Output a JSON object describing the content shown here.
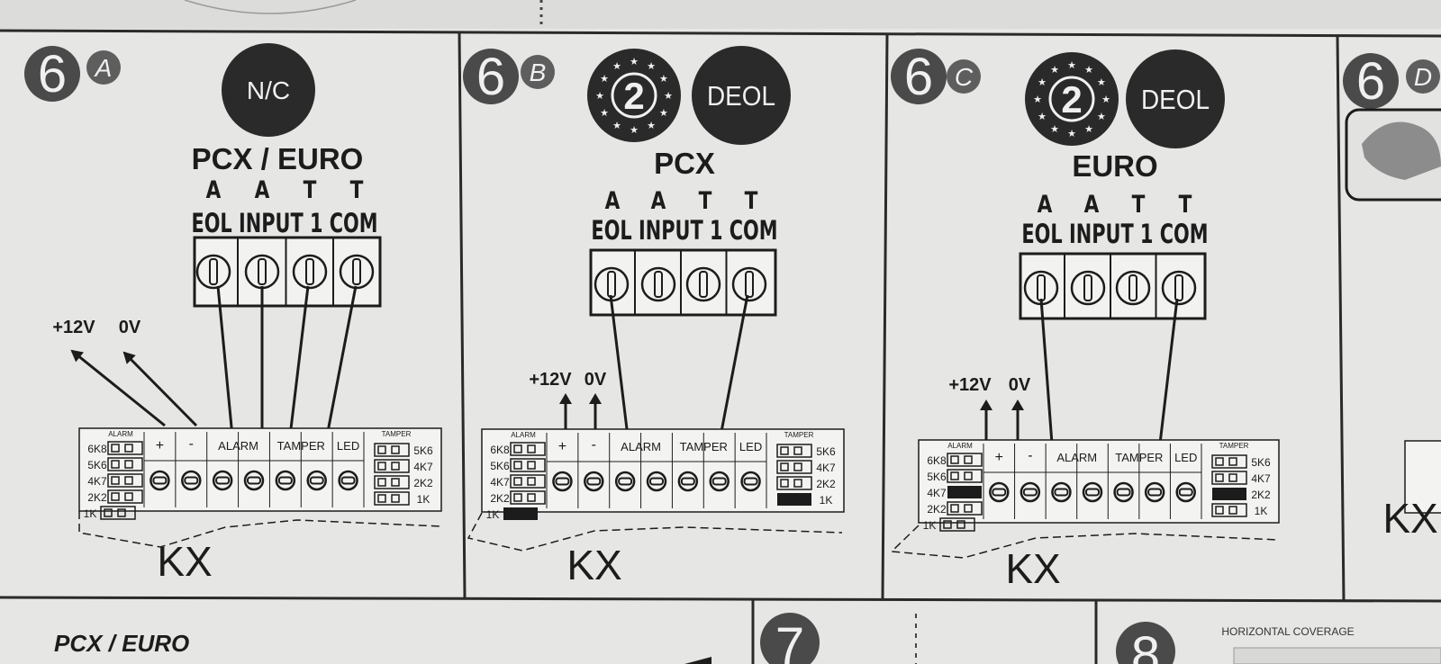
{
  "colors": {
    "paper": "#e9e9e7",
    "ink": "#1c1c1c",
    "badge": "#2a2a2a",
    "step_disc": "#4a4a4a",
    "step_letter": "#5e5e5e"
  },
  "panels": [
    {
      "step": "6",
      "letter": "A",
      "badges": [
        {
          "kind": "nc",
          "label": "N/C"
        }
      ],
      "model": "PCX / EURO",
      "terminal_letters": [
        "A",
        "A",
        "T",
        "T"
      ],
      "terminal_caption": "EOL INPUT 1 COM",
      "power": {
        "plus": "+12V",
        "zero": "0V"
      },
      "board": {
        "alarm_title": "ALARM",
        "tamper_title": "TAMPER",
        "alarm_jumpers": [
          "6K8",
          "5K6",
          "4K7",
          "2K2",
          "1K"
        ],
        "tamper_jumpers": [
          "5K6",
          "4K7",
          "2K2",
          "1K"
        ],
        "alarm_selected": "",
        "tamper_selected": "",
        "plus": "+",
        "minus": "-",
        "alarm_label": "ALARM",
        "tamper_label": "TAMPER",
        "led_label": "LED",
        "name": "KX"
      }
    },
    {
      "step": "6",
      "letter": "B",
      "badges": [
        {
          "kind": "grade",
          "label": "2"
        },
        {
          "kind": "deol",
          "label": "DEOL"
        }
      ],
      "model": "PCX",
      "terminal_letters": [
        "A",
        "A",
        "T",
        "T"
      ],
      "terminal_caption": "EOL INPUT 1 COM",
      "power": {
        "plus": "+12V",
        "zero": "0V"
      },
      "board": {
        "alarm_title": "ALARM",
        "tamper_title": "TAMPER",
        "alarm_jumpers": [
          "6K8",
          "5K6",
          "4K7",
          "2K2",
          "1K"
        ],
        "tamper_jumpers": [
          "5K6",
          "4K7",
          "2K2",
          "1K"
        ],
        "alarm_selected": "1K",
        "tamper_selected": "1K",
        "plus": "+",
        "minus": "-",
        "alarm_label": "ALARM",
        "tamper_label": "TAMPER",
        "led_label": "LED",
        "name": "KX"
      }
    },
    {
      "step": "6",
      "letter": "C",
      "badges": [
        {
          "kind": "grade",
          "label": "2"
        },
        {
          "kind": "deol",
          "label": "DEOL"
        }
      ],
      "model": "EURO",
      "terminal_letters": [
        "A",
        "A",
        "T",
        "T"
      ],
      "terminal_caption": "EOL INPUT 1 COM",
      "power": {
        "plus": "+12V",
        "zero": "0V"
      },
      "board": {
        "alarm_title": "ALARM",
        "tamper_title": "TAMPER",
        "alarm_jumpers": [
          "6K8",
          "5K6",
          "4K7",
          "2K2",
          "1K"
        ],
        "tamper_jumpers": [
          "5K6",
          "4K7",
          "2K2",
          "1K"
        ],
        "alarm_selected": "4K7",
        "tamper_selected": "2K2",
        "plus": "+",
        "minus": "-",
        "alarm_label": "ALARM",
        "tamper_label": "TAMPER",
        "led_label": "LED",
        "name": "KX"
      }
    }
  ],
  "partial_panel": {
    "step": "6",
    "letter": "D",
    "board_name": "KX"
  },
  "bottom_strip": {
    "caption": "PCX / EURO",
    "step7": "7",
    "step8": "8",
    "coverage": "HORIZONTAL COVERAGE"
  }
}
